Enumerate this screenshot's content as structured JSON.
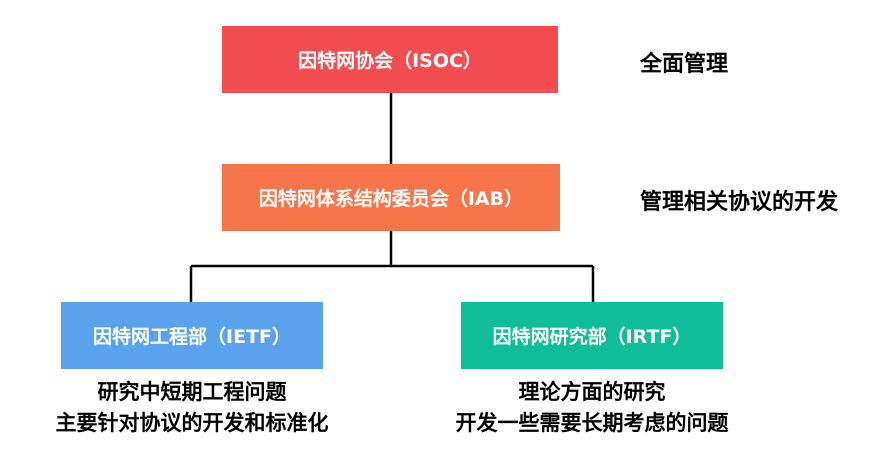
{
  "nodes": {
    "isoc": {
      "label": "因特网协会（ISOC）",
      "color": "#F24E52",
      "note": "全面管理"
    },
    "iab": {
      "label": "因特网体系结构委员会（IAB）",
      "color": "#F8754B",
      "note": "管理相关协议的开发"
    },
    "ietf": {
      "label": "因特网工程部（IETF）",
      "color": "#5AA2EC",
      "description": [
        "研究中短期工程问题",
        "主要针对协议的开发和标准化"
      ]
    },
    "irtf": {
      "label": "因特网研究部（IRTF）",
      "color": "#10BD99",
      "description": [
        "理论方面的研究",
        "开发一些需要长期考虑的问题"
      ]
    }
  },
  "edges": [
    {
      "from": "isoc",
      "to": "iab"
    },
    {
      "from": "iab",
      "to": "ietf"
    },
    {
      "from": "iab",
      "to": "irtf"
    }
  ],
  "connector_color": "#000000"
}
